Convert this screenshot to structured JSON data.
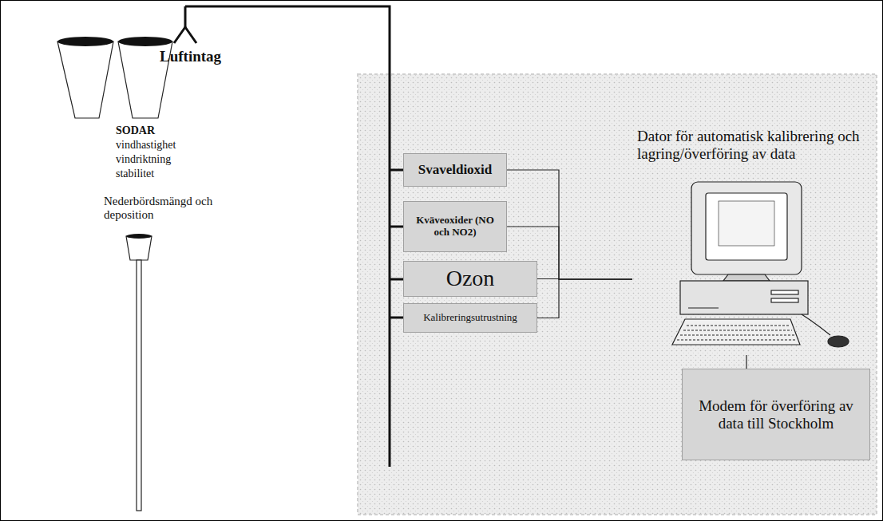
{
  "diagram": {
    "nodes": [
      {
        "text": [
          "Svaveldioxid"
        ]
      },
      {
        "text": [
          "Kväveoxider (NO och NO2)"
        ]
      },
      {
        "text": [
          "Ozon"
        ]
      },
      {
        "text": [
          "Kalibreringsutrustning"
        ]
      },
      {
        "text": [
          "Dator för automatisk kalibrering och lagring/överföring av data"
        ]
      },
      {
        "text": [
          "Modem för överföring av data till Stockholm"
        ]
      }
    ],
    "edges": [
      {
        "from": 0,
        "to": 4,
        "arrow": "none"
      },
      {
        "from": 1,
        "to": 4,
        "arrow": "none"
      },
      {
        "from": 2,
        "to": 4,
        "arrow": "none"
      },
      {
        "from": 3,
        "to": 4,
        "arrow": "none"
      },
      {
        "from": 4,
        "to": 5,
        "arrow": "none"
      }
    ],
    "labels": [
      "Luftintag",
      "SODAR",
      "vindhastighet",
      "vindriktning",
      "stabilitet",
      "Nederbördsmängd och deposition"
    ]
  }
}
